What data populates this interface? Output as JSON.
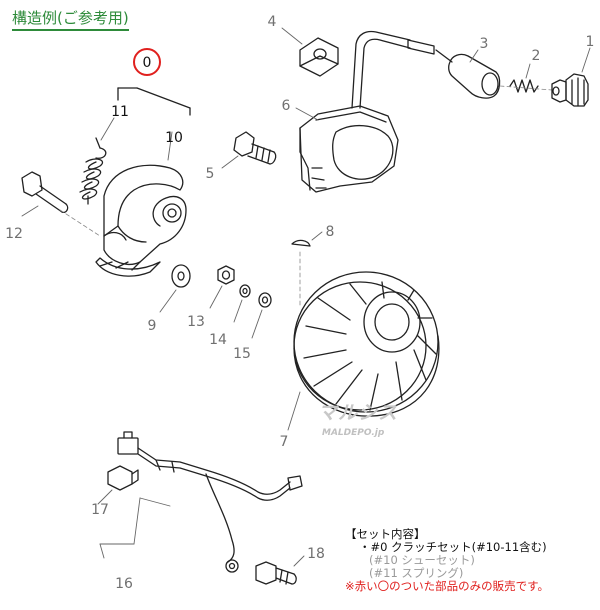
{
  "header": {
    "title": "構造例(ご参考用)"
  },
  "callouts": {
    "c0": "0",
    "c1": "1",
    "c2": "2",
    "c3": "3",
    "c4": "4",
    "c5": "5",
    "c6": "6",
    "c7": "7",
    "c8": "8",
    "c9": "9",
    "c10": "10",
    "c11": "11",
    "c12": "12",
    "c13": "13",
    "c14": "14",
    "c15": "15",
    "c16": "16",
    "c17": "17",
    "c18": "18"
  },
  "set_contents": {
    "heading": "【セット内容】",
    "main": "・#0 クラッチセット(#10-11含む)",
    "sub1": "(#10 シューセット)",
    "sub2": "(#11 スプリング)",
    "note": "※赤い〇のついた部品のみの販売です。"
  },
  "watermark": {
    "logo": "マルシス",
    "site": "MALDEPO.jp"
  },
  "colors": {
    "highlight_circle": "#e0201e",
    "title_green": "#2e8b3a",
    "callout_gray": "#707070"
  }
}
